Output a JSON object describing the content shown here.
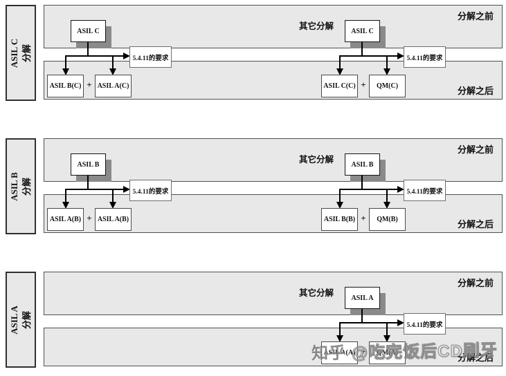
{
  "labels": {
    "before": "分解之前",
    "after": "分解之后",
    "other_decomposition": "其它分解",
    "requirement": "5.4.11的要求",
    "plus": "+"
  },
  "sections": [
    {
      "sidebar": {
        "line1": "ASIL C",
        "line2": "分解"
      },
      "left": {
        "parent": "ASIL C",
        "child1": "ASIL B(C)",
        "child2": "ASIL A(C)"
      },
      "right": {
        "parent": "ASIL C",
        "child1": "ASIL C(C)",
        "child2": "QM(C)"
      }
    },
    {
      "sidebar": {
        "line1": "ASIL B",
        "line2": "分解"
      },
      "left": {
        "parent": "ASIL B",
        "child1": "ASIL A(B)",
        "child2": "ASIL A(B)"
      },
      "right": {
        "parent": "ASIL B",
        "child1": "ASIL B(B)",
        "child2": "QM(B)"
      }
    },
    {
      "sidebar": {
        "line1": "ASIL A",
        "line2": "分解"
      },
      "right": {
        "parent": "ASIL A",
        "child1": "ASIL A(A)",
        "child2": "QM(A)"
      }
    }
  ],
  "watermark": {
    "brand": "知乎",
    "handle": "@吃完饭后CD刷牙"
  },
  "colors": {
    "band_fill": "#e8e8e8",
    "band_border": "#4f4f4f",
    "box_fill": "#ffffff",
    "box_shadow": "#8a8a8a",
    "connector": "#000000"
  }
}
